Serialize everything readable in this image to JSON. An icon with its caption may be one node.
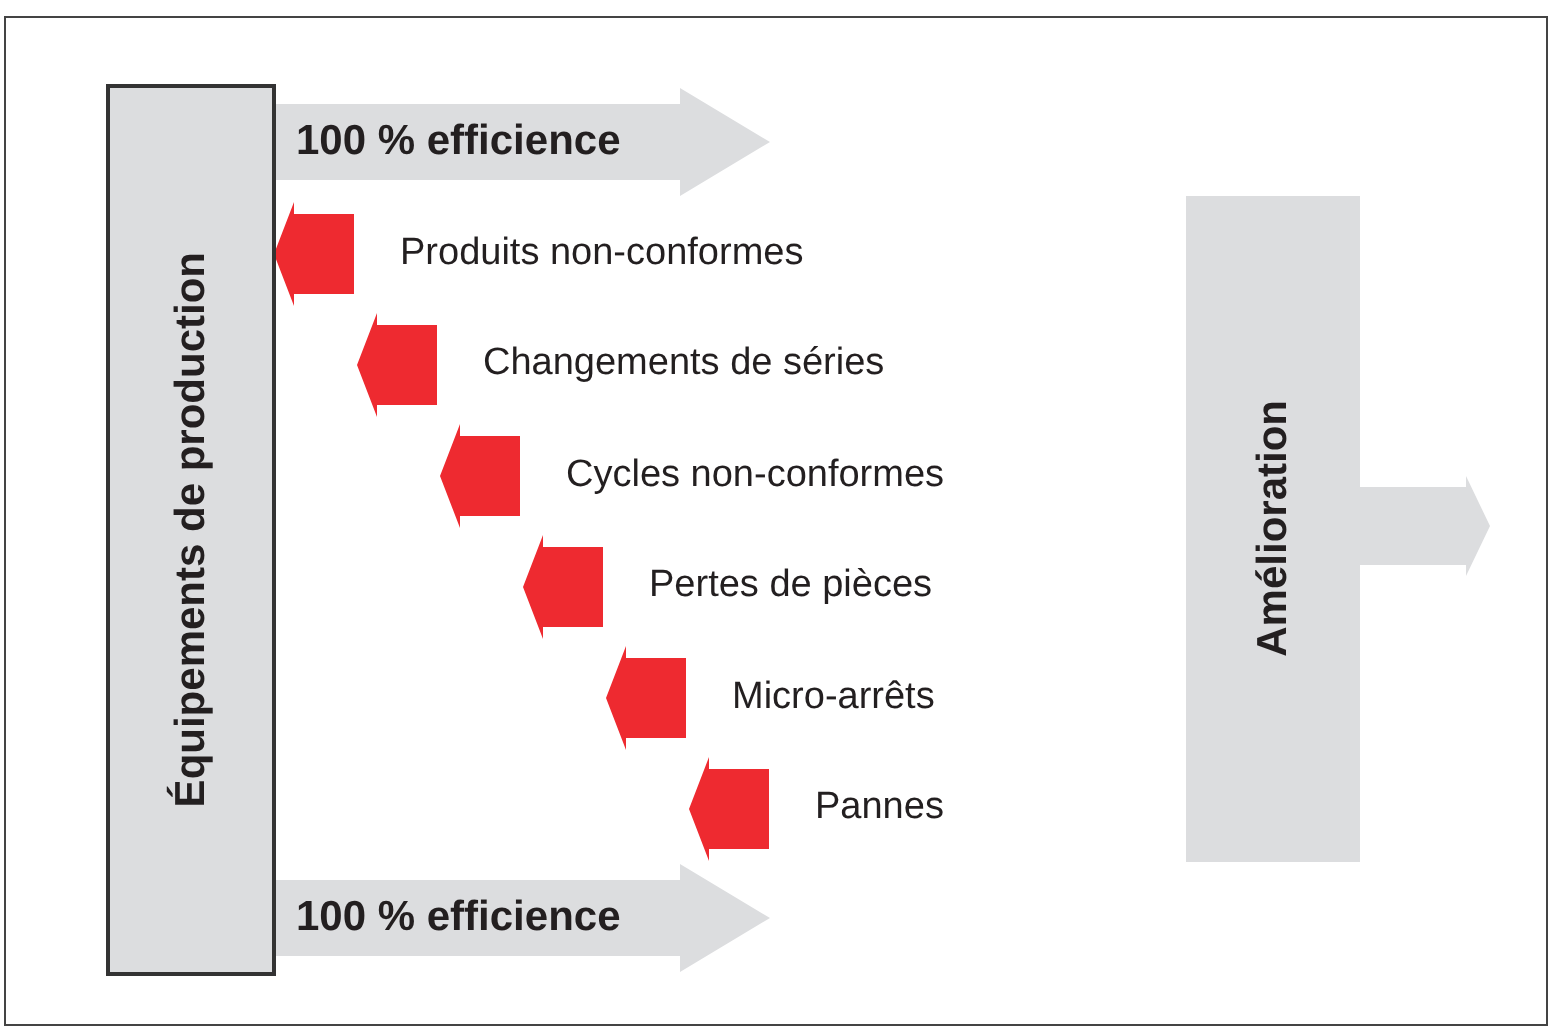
{
  "diagram": {
    "nodes": [
      {
        "text": [
          "Équipements de production"
        ]
      },
      {
        "text": [
          "Produits non-conformes"
        ]
      },
      {
        "text": [
          "Changements de séries"
        ]
      },
      {
        "text": [
          "Cycles non-conformes"
        ]
      },
      {
        "text": [
          "Pertes de pièces"
        ]
      },
      {
        "text": [
          "Micro-arrêts"
        ]
      },
      {
        "text": [
          "Pannes"
        ]
      },
      {
        "text": [
          "Amélioration"
        ]
      }
    ],
    "edges": [
      {
        "from": 0,
        "to": null,
        "arrow": "to",
        "label": "100 % efficience",
        "style": "thick",
        "color": "#dcdddf"
      },
      {
        "from": 1,
        "to": null,
        "arrow": "to",
        "style": "thick",
        "color": "#ee2a30"
      },
      {
        "from": 2,
        "to": null,
        "arrow": "to",
        "style": "thick",
        "color": "#ee2a30"
      },
      {
        "from": 3,
        "to": null,
        "arrow": "to",
        "style": "thick",
        "color": "#ee2a30"
      },
      {
        "from": 4,
        "to": null,
        "arrow": "to",
        "style": "thick",
        "color": "#ee2a30"
      },
      {
        "from": 5,
        "to": null,
        "arrow": "to",
        "style": "thick",
        "color": "#ee2a30"
      },
      {
        "from": 6,
        "to": null,
        "arrow": "to",
        "style": "thick",
        "color": "#ee2a30"
      },
      {
        "from": 0,
        "to": null,
        "arrow": "to",
        "label": "100 % efficience",
        "style": "thick",
        "color": "#dcdddf"
      },
      {
        "from": 7,
        "to": null,
        "arrow": "to",
        "style": "thick",
        "color": "#dcdddf"
      }
    ]
  }
}
